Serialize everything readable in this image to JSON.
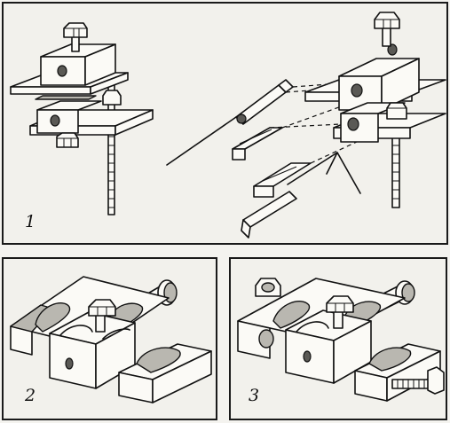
{
  "figures": [
    {
      "id": "1",
      "label": "1"
    },
    {
      "id": "2",
      "label": "2"
    },
    {
      "id": "3",
      "label": "3"
    }
  ]
}
